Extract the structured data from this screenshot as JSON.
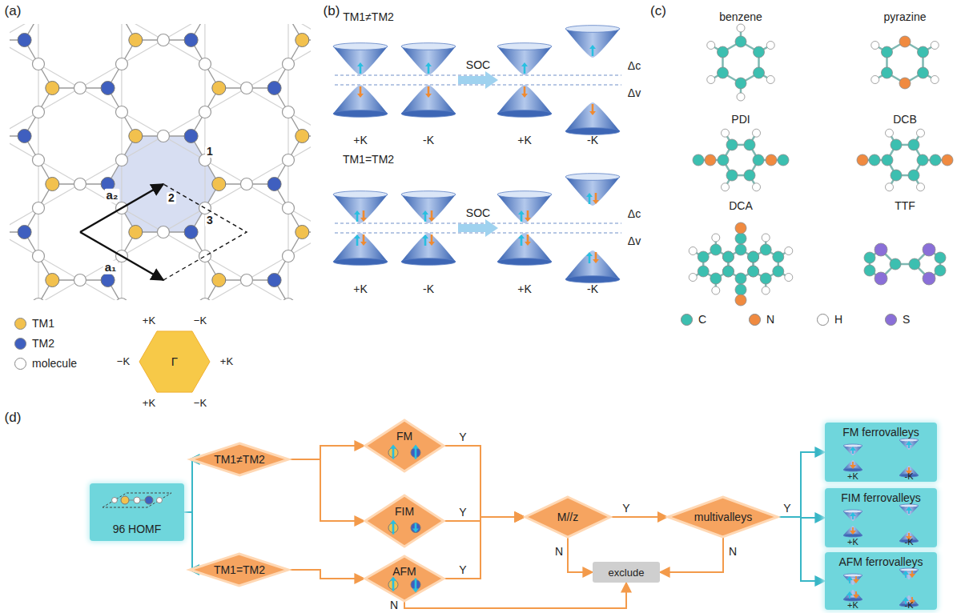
{
  "diagram": {
    "nodes": [
      {
        "text": [
          "96 HOMF"
        ]
      },
      {
        "text": [
          "TM1≠TM2"
        ]
      },
      {
        "text": [
          "TM1=TM2"
        ]
      },
      {
        "text": [
          "FM"
        ]
      },
      {
        "text": [
          "FIM"
        ]
      },
      {
        "text": [
          "AFM"
        ]
      },
      {
        "text": [
          "M//z"
        ]
      },
      {
        "text": [
          "multivalleys"
        ]
      },
      {
        "text": [
          "exclude"
        ]
      },
      {
        "text": [
          "FM ferrovalleys"
        ]
      },
      {
        "text": [
          "FIM ferrovalleys"
        ]
      },
      {
        "text": [
          "AFM ferrovalleys"
        ]
      }
    ],
    "edges": [
      {
        "from": 0,
        "to": 1,
        "arrow": "to"
      },
      {
        "from": 0,
        "to": 2,
        "arrow": "to"
      },
      {
        "from": 1,
        "to": 3,
        "arrow": "to"
      },
      {
        "from": 1,
        "to": 4,
        "arrow": "to"
      },
      {
        "from": 2,
        "to": 5,
        "arrow": "to"
      },
      {
        "from": 3,
        "to": 6,
        "label": "Y",
        "arrow": "to"
      },
      {
        "from": 4,
        "to": 6,
        "label": "Y",
        "arrow": "to"
      },
      {
        "from": 5,
        "to": 6,
        "label": "Y",
        "arrow": "to"
      },
      {
        "from": 6,
        "to": 7,
        "label": "Y",
        "arrow": "to"
      },
      {
        "from": 6,
        "to": 8,
        "label": "N",
        "arrow": "to"
      },
      {
        "from": 7,
        "to": 8,
        "label": "N",
        "arrow": "to"
      },
      {
        "from": 5,
        "to": 8,
        "label": "N",
        "arrow": "to"
      },
      {
        "from": 7,
        "to": 9,
        "arrow": "to"
      },
      {
        "from": 7,
        "to": 10,
        "label": "Y",
        "arrow": "to"
      },
      {
        "from": 7,
        "to": 11,
        "arrow": "to"
      }
    ],
    "labels": [
      "(a)",
      "a₂",
      "a₁",
      "1",
      "2",
      "3",
      "+K",
      "−K",
      "−K",
      "Γ",
      "+K",
      "+K",
      "−K",
      "(b)",
      "TM1≠TM2",
      "Δc",
      "Δv",
      "SOC",
      "+K",
      "-K",
      "+K",
      "-K",
      "TM1=TM2",
      "Δc",
      "Δv",
      "SOC",
      "+K",
      "-K",
      "+K",
      "-K",
      "(c)",
      "benzene",
      "pyrazine",
      "PDI",
      "DCB",
      "DCA",
      "TTF",
      "(d)",
      "+K",
      "-K",
      "+K",
      "-K",
      "+K",
      "-K"
    ],
    "legend": [
      {
        "text": "TM1",
        "color": "#f2c14e"
      },
      {
        "text": "TM2",
        "color": "#3f5fbf"
      },
      {
        "text": "molecule",
        "color": "#ffffff"
      },
      {
        "text": "C",
        "color": "#3cbfb0"
      },
      {
        "text": "N",
        "color": "#f08a40"
      },
      {
        "text": "H",
        "color": "#ffffff"
      },
      {
        "text": "S",
        "color": "#8a6fd8"
      }
    ]
  }
}
